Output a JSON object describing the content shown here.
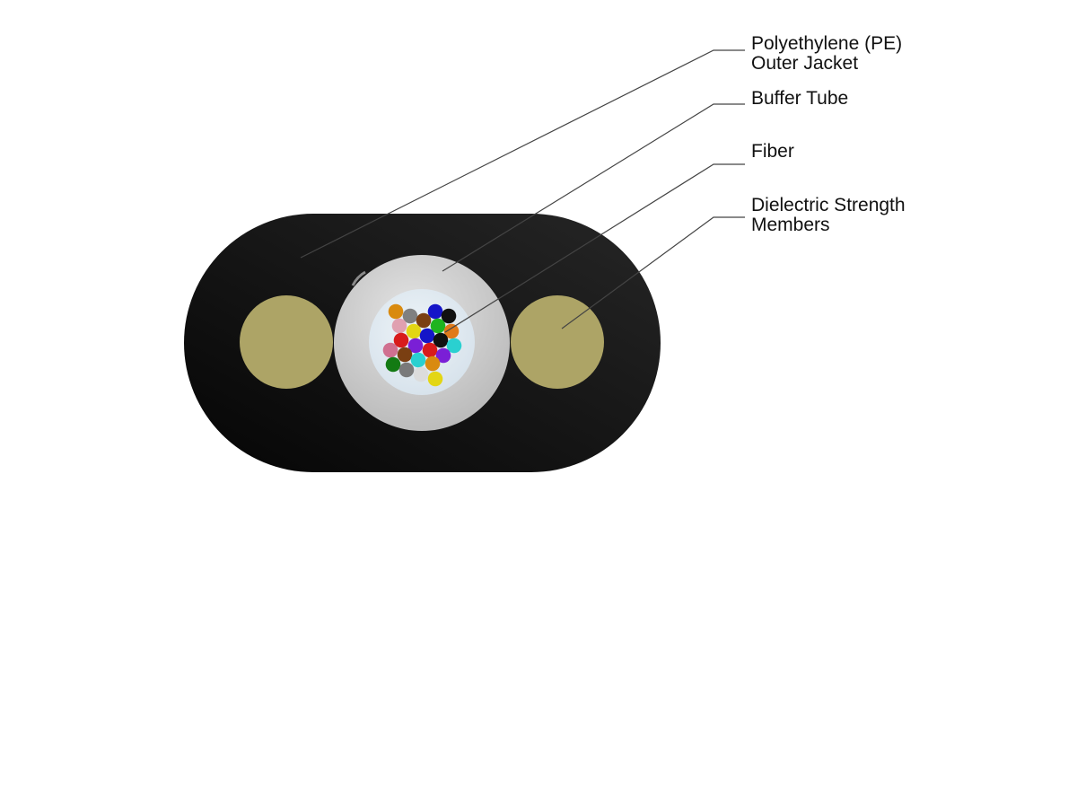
{
  "labels": {
    "jacket": {
      "line1": "Polyethylene (PE)",
      "line2": "Outer Jacket"
    },
    "buffer_tube": "Buffer Tube",
    "fiber": "Fiber",
    "strength_members": {
      "line1": "Dielectric Strength",
      "line2": "Members"
    }
  },
  "colors": {
    "jacket": "#141414",
    "buffer_tube": "#c9c9c9",
    "buffer_gel": "#dde7ee",
    "strength_member": "#ada466",
    "leader_line": "#444444"
  },
  "fiber_count": 24,
  "fiber_colors": [
    "#d98a0f",
    "#808080",
    "#1515c8",
    "#111111",
    "#e0a0b0",
    "#7a3f12",
    "#1fb41f",
    "#e07a1a",
    "#d81b1b",
    "#e3d614",
    "#1515c8",
    "#111111",
    "#d07090",
    "#7a1fd6",
    "#d81b1b",
    "#2ad0d0",
    "#7a3f12",
    "#2ad0d0",
    "#7a1fd6",
    "#137a13",
    "#7a7a7a",
    "#dcdcdc",
    "#e3d614",
    "#d98a0f"
  ]
}
